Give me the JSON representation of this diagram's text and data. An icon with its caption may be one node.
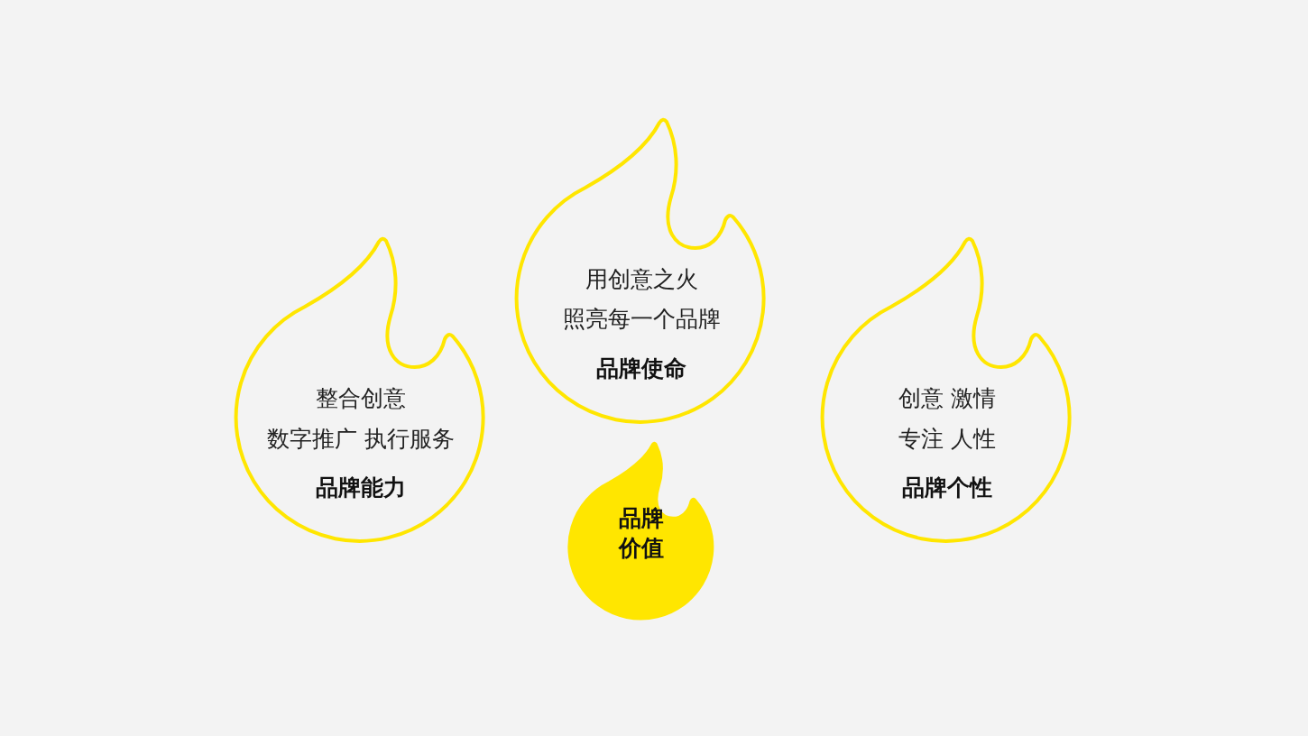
{
  "diagram": {
    "nodes": [
      {
        "text": [
          "用创意之火",
          "照亮每一个品牌",
          "品牌使命"
        ]
      },
      {
        "text": [
          "整合创意",
          "数字推广 执行服务",
          "品牌能力"
        ]
      },
      {
        "text": [
          "创意 激情",
          "专注 人性",
          "品牌个性"
        ]
      },
      {
        "text": [
          "品牌价值"
        ]
      }
    ]
  }
}
